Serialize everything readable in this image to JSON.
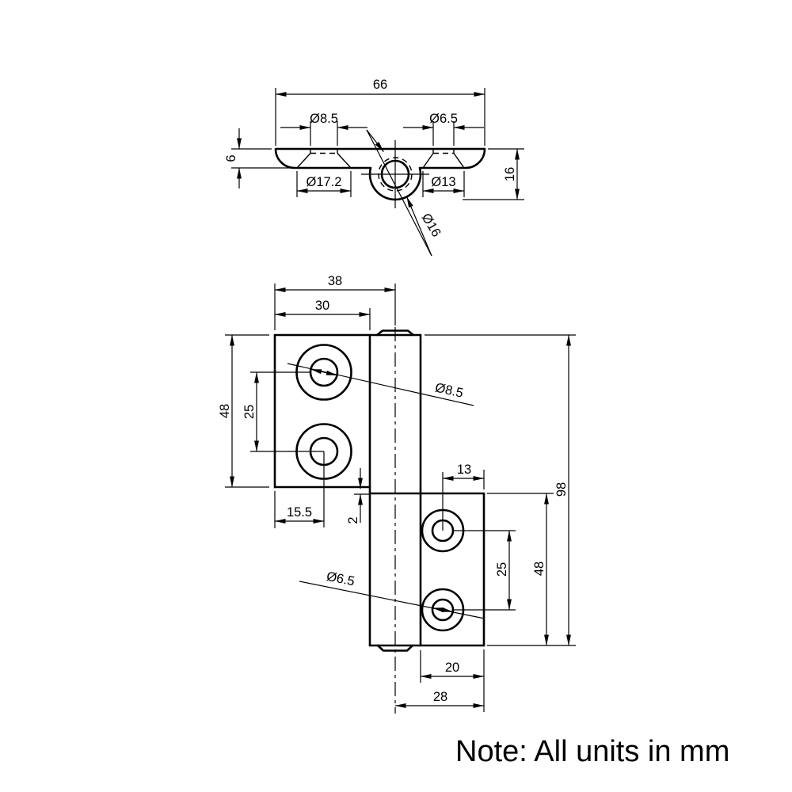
{
  "drawing": {
    "background": "#ffffff",
    "line_color": "#000000",
    "note": "Note: All units in mm",
    "top_view": {
      "overall_width": "66",
      "left_hole_top_dia": "Ø8.5",
      "right_hole_top_dia": "Ø6.5",
      "plate_thickness": "6",
      "left_countersink_dia": "Ø17.2",
      "right_countersink_dia": "Ø13",
      "overall_height": "16",
      "knuckle_dia": "Ø16"
    },
    "front_view": {
      "left_leaf_width": "38",
      "left_leaf_flat_width": "30",
      "left_leaf_height": "48",
      "left_hole_spacing": "25",
      "left_hole_edge_offset": "15.5",
      "leaf_gap": "2",
      "left_hole_dia": "Ø8.5",
      "right_hole_edge_offset": "13",
      "overall_height": "98",
      "right_hole_spacing": "25",
      "right_leaf_height": "48",
      "right_hole_dia": "Ø6.5",
      "right_leaf_flat_width": "20",
      "right_leaf_width": "28"
    }
  }
}
